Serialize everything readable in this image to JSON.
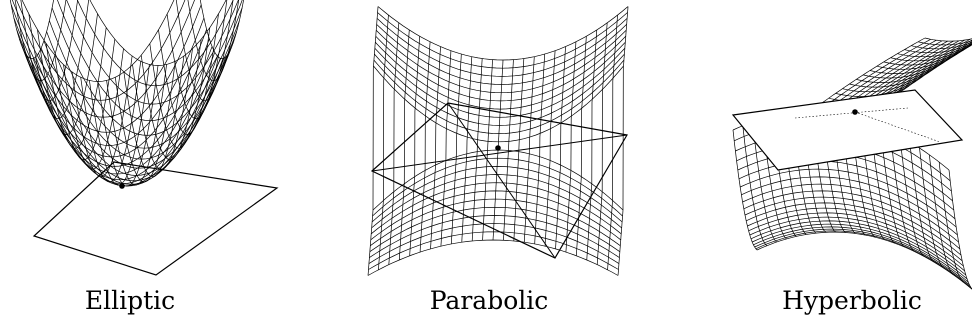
{
  "figure": {
    "panels": [
      {
        "id": "elliptic",
        "caption": "Elliptic"
      },
      {
        "id": "parabolic",
        "caption": "Parabolic"
      },
      {
        "id": "hyperbolic",
        "caption": "Hyperbolic"
      }
    ],
    "colors": {
      "line": "#000000",
      "background": "#ffffff"
    }
  }
}
